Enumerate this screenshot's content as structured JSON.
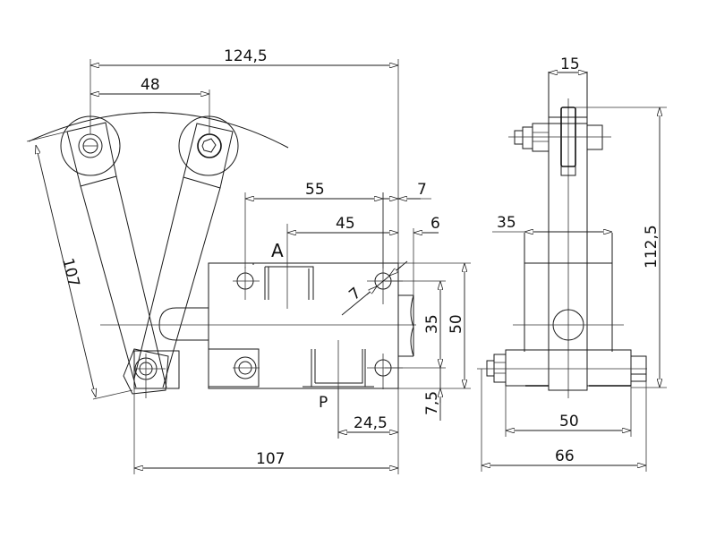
{
  "drawing": {
    "type": "technical-drawing",
    "views": [
      "front-view",
      "side-view"
    ],
    "line_color": "#1a1a1a",
    "background": "#ffffff"
  },
  "labels": {
    "port_a": "A",
    "port_p": "P"
  },
  "dimensions": {
    "overall_top": "124,5",
    "roller_spacing": "48",
    "arm_length": "107",
    "body_55": "55",
    "body_45": "45",
    "offset_7": "7",
    "offset_6": "6",
    "hole_dia": "7",
    "hole_spacing_35": "35",
    "body_height_50": "50",
    "bottom_offset": "7,5",
    "port_offset": "24,5",
    "overall_bottom": "107",
    "side_width_15": "15",
    "side_width_35": "35",
    "side_height": "112,5",
    "side_base_50": "50",
    "side_overall_66": "66"
  }
}
